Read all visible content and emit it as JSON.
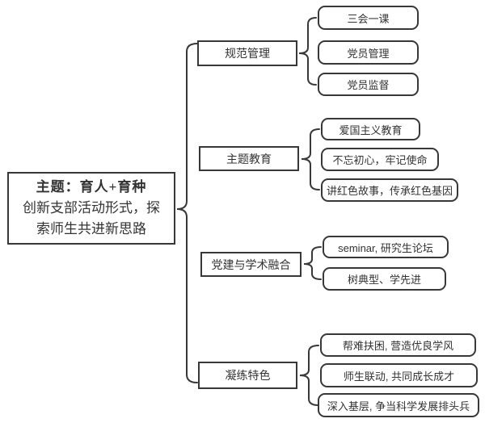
{
  "root": {
    "title": "主题：育人+育种",
    "subtitle_lines": [
      "创新支部活动形式，探",
      "索师生共进新思路"
    ]
  },
  "branches": [
    {
      "label": "规范管理",
      "children": [
        "三会一课",
        "党员管理",
        "党员监督"
      ]
    },
    {
      "label": "主题教育",
      "children": [
        "爱国主义教育",
        "不忘初心，牢记使命",
        "讲红色故事，传承红色基因"
      ]
    },
    {
      "label": "党建与学术融合",
      "children": [
        "seminar, 研究生论坛",
        "树典型、学先进"
      ]
    },
    {
      "label": "凝练特色",
      "children": [
        "帮难扶困, 营造优良学风",
        "师生联动, 共同成长成才",
        "深入基层, 争当科学发展排头兵"
      ]
    }
  ],
  "colors": {
    "stroke": "#383838",
    "text": "#333333",
    "background": "#ffffff"
  }
}
